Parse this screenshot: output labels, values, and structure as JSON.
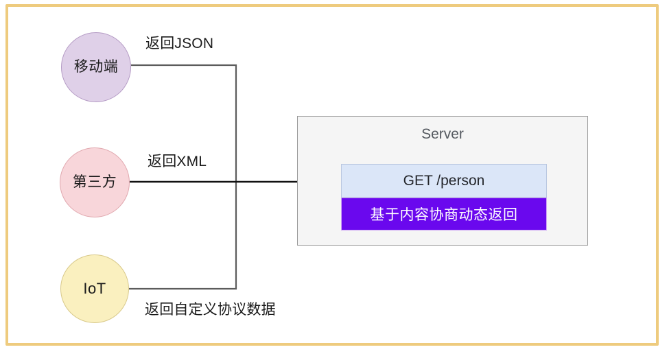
{
  "diagram": {
    "title_present": false,
    "frame_color": "#eecb7e",
    "clients": [
      {
        "id": "mobile",
        "label": "移动端",
        "fill": "#dfd0e8",
        "stroke": "#b49ac4",
        "edge_label": "返回JSON"
      },
      {
        "id": "third-party",
        "label": "第三方",
        "fill": "#f8d6da",
        "stroke": "#e0a7ae",
        "edge_label": "返回XML"
      },
      {
        "id": "iot",
        "label": "IoT",
        "fill": "#faf0bf",
        "stroke": "#d8c98a",
        "edge_label": "返回自定义协议数据"
      }
    ],
    "server": {
      "title": "Server",
      "endpoint": {
        "label": "GET /person",
        "fill": "#dbe6f8",
        "stroke": "#b9c7e0",
        "text_color": "#24262b"
      },
      "negotiation": {
        "label": "基于内容协商动态返回",
        "fill": "#6a08ee",
        "stroke": "#cfa5f5",
        "text_color": "#ffffff"
      },
      "fill": "#f5f5f5",
      "stroke": "#9a9a9a"
    },
    "connector_color": "#5c5c5c",
    "arrow_color": "#111111"
  }
}
